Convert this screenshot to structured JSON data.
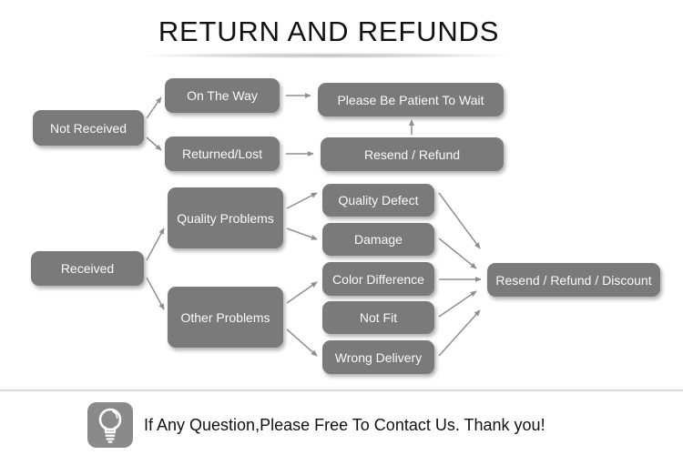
{
  "title": "RETURN AND REFUNDS",
  "flowchart": {
    "nodes": {
      "not_received": "Not Received",
      "on_the_way": "On The Way",
      "returned_lost": "Returned/Lost",
      "please_wait": "Please Be Patient To Wait",
      "resend_refund": "Resend / Refund",
      "received": "Received",
      "quality_problems": "Quality Problems",
      "other_problems": "Other Problems",
      "quality_defect": "Quality Defect",
      "damage": "Damage",
      "color_difference": "Color Difference",
      "not_fit": "Not Fit",
      "wrong_delivery": "Wrong Delivery",
      "resend_refund_discount": "Resend / Refund / Discount"
    },
    "edges": [
      {
        "from": "Not Received",
        "to": "On The Way"
      },
      {
        "from": "Not Received",
        "to": "Returned/Lost"
      },
      {
        "from": "On The Way",
        "to": "Please Be Patient To Wait"
      },
      {
        "from": "Returned/Lost",
        "to": "Resend / Refund"
      },
      {
        "from": "Resend / Refund",
        "to": "Please Be Patient To Wait"
      },
      {
        "from": "Received",
        "to": "Quality Problems"
      },
      {
        "from": "Received",
        "to": "Other Problems"
      },
      {
        "from": "Quality Problems",
        "to": "Quality Defect"
      },
      {
        "from": "Quality Problems",
        "to": "Damage"
      },
      {
        "from": "Other Problems",
        "to": "Color Difference"
      },
      {
        "from": "Other Problems",
        "to": "Wrong Delivery"
      },
      {
        "from": "Quality Defect",
        "to": "Resend / Refund / Discount"
      },
      {
        "from": "Damage",
        "to": "Resend / Refund / Discount"
      },
      {
        "from": "Color Difference",
        "to": "Resend / Refund / Discount"
      },
      {
        "from": "Not Fit",
        "to": "Resend / Refund / Discount"
      },
      {
        "from": "Wrong Delivery",
        "to": "Resend / Refund / Discount"
      }
    ]
  },
  "footer": {
    "message": "If Any Question,Please Free To Contact Us. Thank you!",
    "icon": "light-bulb-icon"
  },
  "colors": {
    "page_bg": "#ffffff",
    "node_fill": "#7a7a7a",
    "node_text": "#fafafa",
    "arrow": "#8f8f8f",
    "title_text": "#111111",
    "footer_border": "#dadada",
    "icon_fill": "#8a8a8a"
  }
}
